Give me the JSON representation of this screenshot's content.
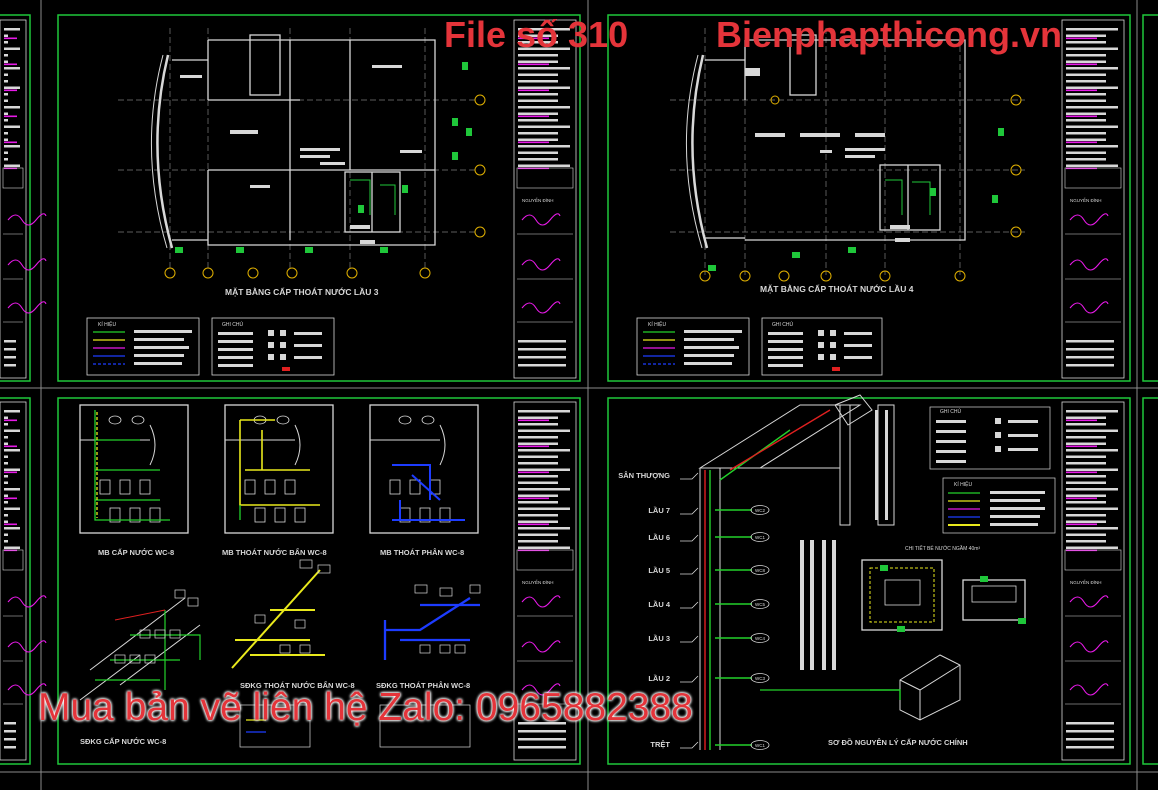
{
  "header": {
    "file_label": "File số 310",
    "site": "Bienphapthicong.vn"
  },
  "footer": {
    "contact": "Mua bản vẽ liên hệ Zalo: 0965882388"
  },
  "colors": {
    "background": "#000000",
    "frame": "#1fc73a",
    "wall": "#d8d8d8",
    "axis": "#7c7c7c",
    "watermark": "#e4343a",
    "pipe_supply": "#23d12b",
    "pipe_waste": "#e9e91c",
    "pipe_soil": "#1d3cff",
    "pipe_magenta": "#e81ae8",
    "pipe_red": "#e02020",
    "bubble": "#e0b000"
  },
  "sheets": {
    "floor3": {
      "title": "MẶT BẰNG CẤP THOÁT NƯỚC LẦU 3",
      "legend_title": "KÍ HIỆU",
      "notes_title": "GHI CHÚ"
    },
    "floor4": {
      "title": "MẶT BẰNG CẤP THOÁT NƯỚC LẦU 4",
      "legend_title": "KÍ HIỆU",
      "notes_title": "GHI CHÚ"
    },
    "wc": {
      "supply_plan": "MB CẤP NƯỚC WC-8",
      "drain_plan": "MB THOÁT NƯỚC BẨN WC-8",
      "soil_plan": "MB THOÁT PHÂN WC-8",
      "supply_iso": "SĐKG CẤP NƯỚC WC-8",
      "drain_iso": "SĐKG THOÁT NƯỚC BẨN WC-8",
      "soil_iso": "SĐKG THOÁT PHÂN WC-8"
    },
    "riser": {
      "title": "SƠ ĐỒ NGUYÊN LÝ CẤP NƯỚC CHÍNH",
      "tank_title": "CHI TIẾT BỂ NƯỚC NGẦM 40m³",
      "notes_title": "GHI CHÚ",
      "legend_title": "KÍ HIỆU",
      "levels": [
        "SÂN THƯỢNG",
        "LẦU 7",
        "LẦU 6",
        "LẦU 5",
        "LẦU 4",
        "LẦU 3",
        "LẦU 2",
        "TRỆT"
      ],
      "tags": [
        "WC2",
        "WC1",
        "WC8",
        "WC5",
        "WC4",
        "WC3",
        "WC1"
      ]
    },
    "titleblock_name": "NGUYỄN ĐÌNH"
  }
}
